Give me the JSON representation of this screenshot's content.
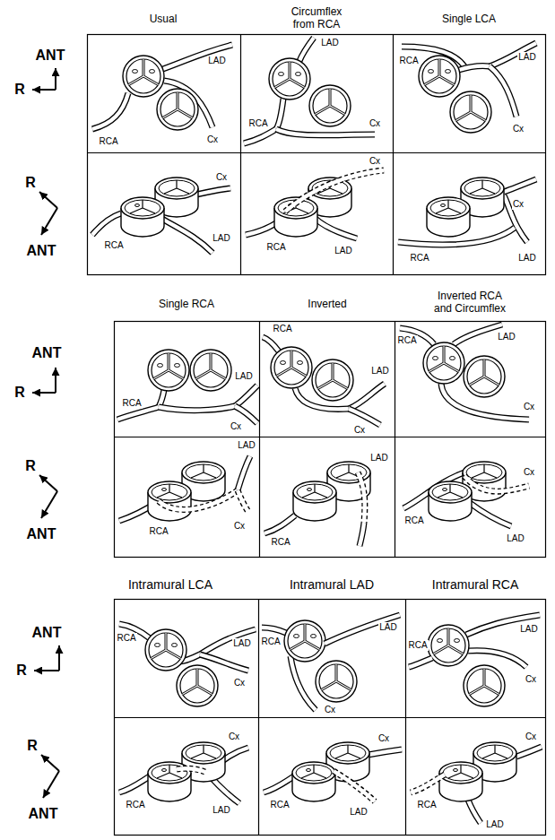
{
  "diagram": {
    "labels": [
      "ANT",
      "R",
      "Usual",
      "Circumflex from RCA",
      "Single LCA",
      "LAD",
      "RCA",
      "Cx",
      "LAD",
      "RCA",
      "Cx",
      "RCA",
      "LAD",
      "Cx",
      "R",
      "ANT",
      "Cx",
      "RCA",
      "LAD",
      "Cx",
      "RCA",
      "LAD",
      "Cx",
      "RCA",
      "LAD",
      "Single RCA",
      "Inverted",
      "Inverted RCA and Circumflex",
      "ANT",
      "R",
      "RCA",
      "LAD",
      "Cx",
      "RCA",
      "LAD",
      "Cx",
      "RCA",
      "LAD",
      "Cx",
      "R",
      "ANT",
      "LAD",
      "Cx",
      "RCA",
      "LAD",
      "RCA",
      "Cx",
      "RCA",
      "LAD",
      "Intramural LCA",
      "Intramural LAD",
      "Intramural RCA",
      "ANT",
      "R",
      "RCA",
      "LAD",
      "Cx",
      "RCA",
      "LAD",
      "Cx",
      "RCA",
      "LAD",
      "Cx",
      "R",
      "ANT",
      "Cx",
      "RCA",
      "LAD",
      "Cx",
      "RCA",
      "LAD",
      "Cx",
      "RCA",
      "LAD"
    ]
  }
}
